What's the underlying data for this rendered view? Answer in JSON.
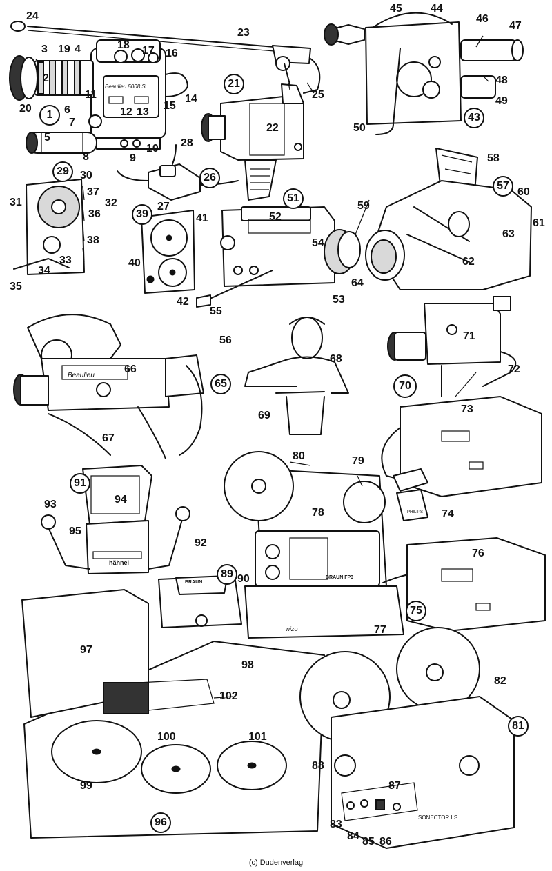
{
  "copyright": "(c) Dudenverlag",
  "labels": {
    "n1": "1",
    "n2": "2",
    "n3": "3",
    "n4": "4",
    "n5": "5",
    "n6": "6",
    "n7": "7",
    "n8": "8",
    "n9": "9",
    "n10": "10",
    "n11": "11",
    "n12": "12",
    "n13": "13",
    "n14": "14",
    "n15": "15",
    "n16": "16",
    "n17": "17",
    "n18": "18",
    "n19": "19",
    "n20": "20",
    "n21": "21",
    "n22": "22",
    "n23": "23",
    "n24": "24",
    "n25": "25",
    "n26": "26",
    "n27": "27",
    "n28": "28",
    "n29": "29",
    "n30": "30",
    "n31": "31",
    "n32": "32",
    "n33": "33",
    "n34": "34",
    "n35": "35",
    "n36": "36",
    "n37": "37",
    "n38": "38",
    "n39": "39",
    "n40": "40",
    "n41": "41",
    "n42": "42",
    "n43": "43",
    "n44": "44",
    "n45": "45",
    "n46": "46",
    "n47": "47",
    "n48": "48",
    "n49": "49",
    "n50": "50",
    "n51": "51",
    "n52": "52",
    "n53": "53",
    "n54": "54",
    "n55": "55",
    "n56": "56",
    "n57": "57",
    "n58": "58",
    "n59": "59",
    "n60": "60",
    "n61": "61",
    "n62": "62",
    "n63": "63",
    "n64": "64",
    "n65": "65",
    "n66": "66",
    "n67": "67",
    "n68": "68",
    "n69": "69",
    "n70": "70",
    "n71": "71",
    "n72": "72",
    "n73": "73",
    "n74": "74",
    "n75": "75",
    "n76": "76",
    "n77": "77",
    "n78": "78",
    "n79": "79",
    "n80": "80",
    "n81": "81",
    "n82": "82",
    "n83": "83",
    "n84": "84",
    "n85": "85",
    "n86": "86",
    "n87": "87",
    "n88": "88",
    "n89": "89",
    "n90": "90",
    "n91": "91",
    "n92": "92",
    "n93": "93",
    "n94": "94",
    "n95": "95",
    "n96": "96",
    "n97": "97",
    "n98": "98",
    "n99": "99",
    "n100": "100",
    "n101": "101",
    "n102": "102"
  },
  "device_text": {
    "camera1_brand": "Beaulieu 5008.S",
    "camera66_brand": "Beaulieu",
    "viewer_brand": "hähnel",
    "splicer_brand": "BRAUN",
    "projector_brand": "BRAUN FP3",
    "projector81_brand": "SONECTOR LS",
    "box77_brand": "nizo",
    "recorder_brand": "PHILIPS"
  }
}
